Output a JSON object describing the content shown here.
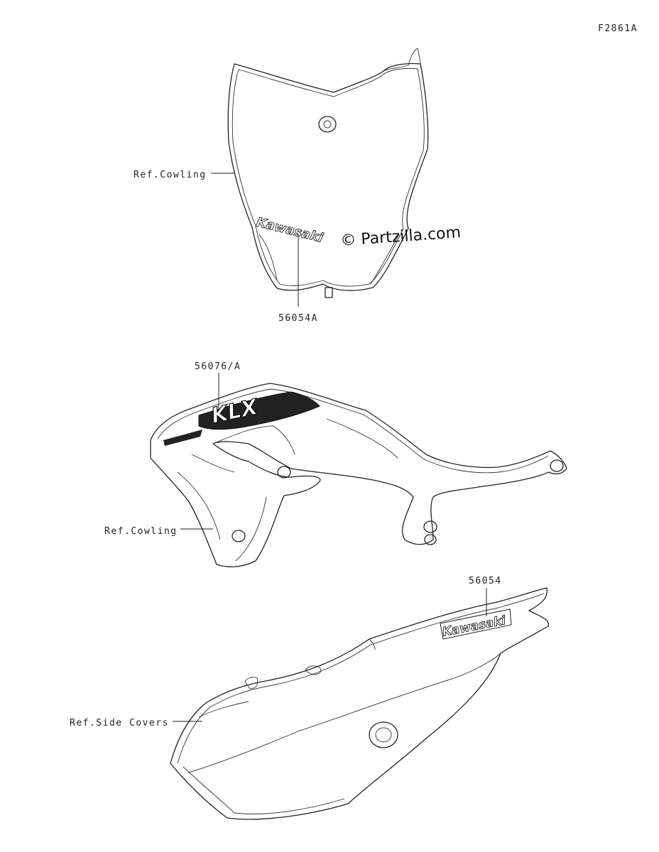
{
  "diagram_code": "F2861A",
  "watermark": "© Partzilla.com",
  "labels": {
    "ref_cowling_top": "Ref.Cowling",
    "part_56054A": "56054A",
    "part_56076A": "56076/A",
    "ref_cowling_mid": "Ref.Cowling",
    "part_56054": "56054",
    "ref_side_covers": "Ref.Side Covers"
  },
  "decals": {
    "brand_text": "Kawasaki",
    "model_text": "KLX"
  }
}
